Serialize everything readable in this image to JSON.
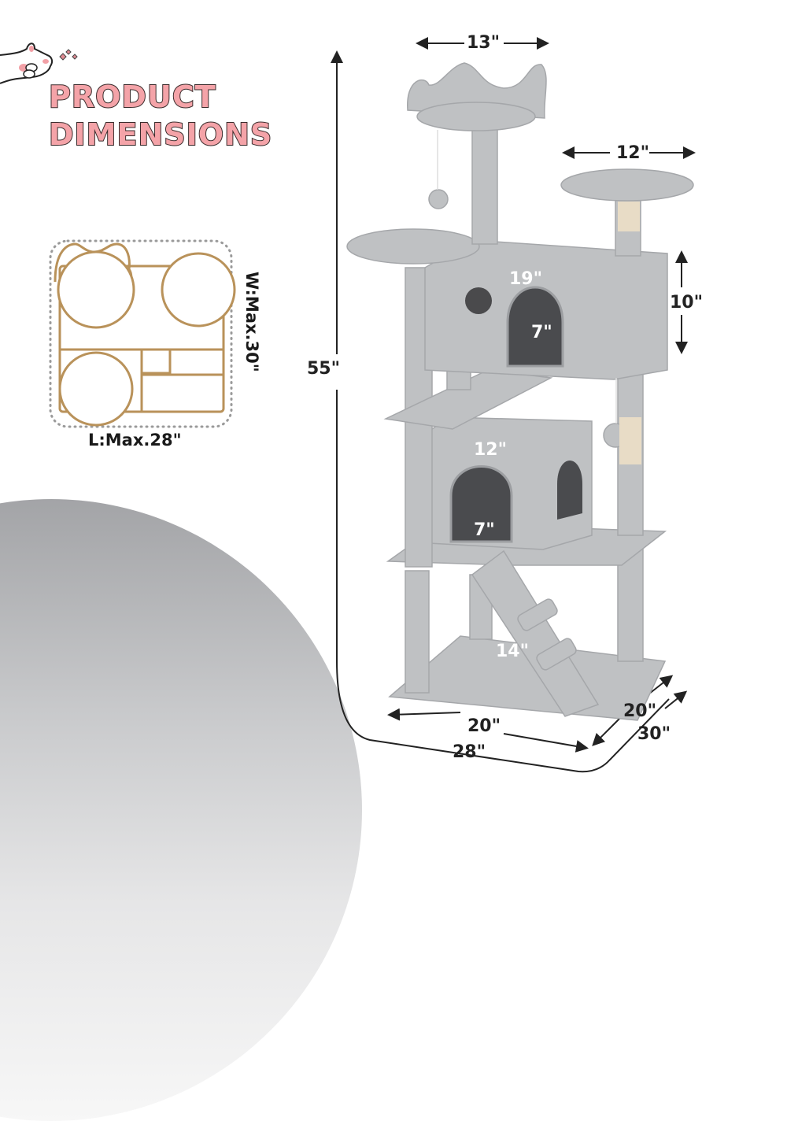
{
  "header": {
    "title_line1": "PRODUCT",
    "title_line2": "DIMENSIONS",
    "title_color": "#f4a3a8",
    "title_outline": "#3a2c2c"
  },
  "footprint_diagram": {
    "width_label": "W:Max.30\"",
    "length_label": "L:Max.28\"",
    "line_color": "#b9925a"
  },
  "product": {
    "name": "cat tree",
    "color": "#bfc1c3",
    "sisal_color": "#e8dcc6"
  },
  "dimensions": {
    "total_height": "55\"",
    "top_perch_width": "13\"",
    "side_platform_width": "12\"",
    "upper_condo_width": "19\"",
    "upper_condo_height": "10\"",
    "upper_condo_door": "7\"",
    "lower_condo_width": "12\"",
    "lower_condo_door": "7\"",
    "ramp_length": "14\"",
    "base_length": "20\"",
    "base_width": "20\"",
    "overall_length": "28\"",
    "overall_width": "30\""
  }
}
